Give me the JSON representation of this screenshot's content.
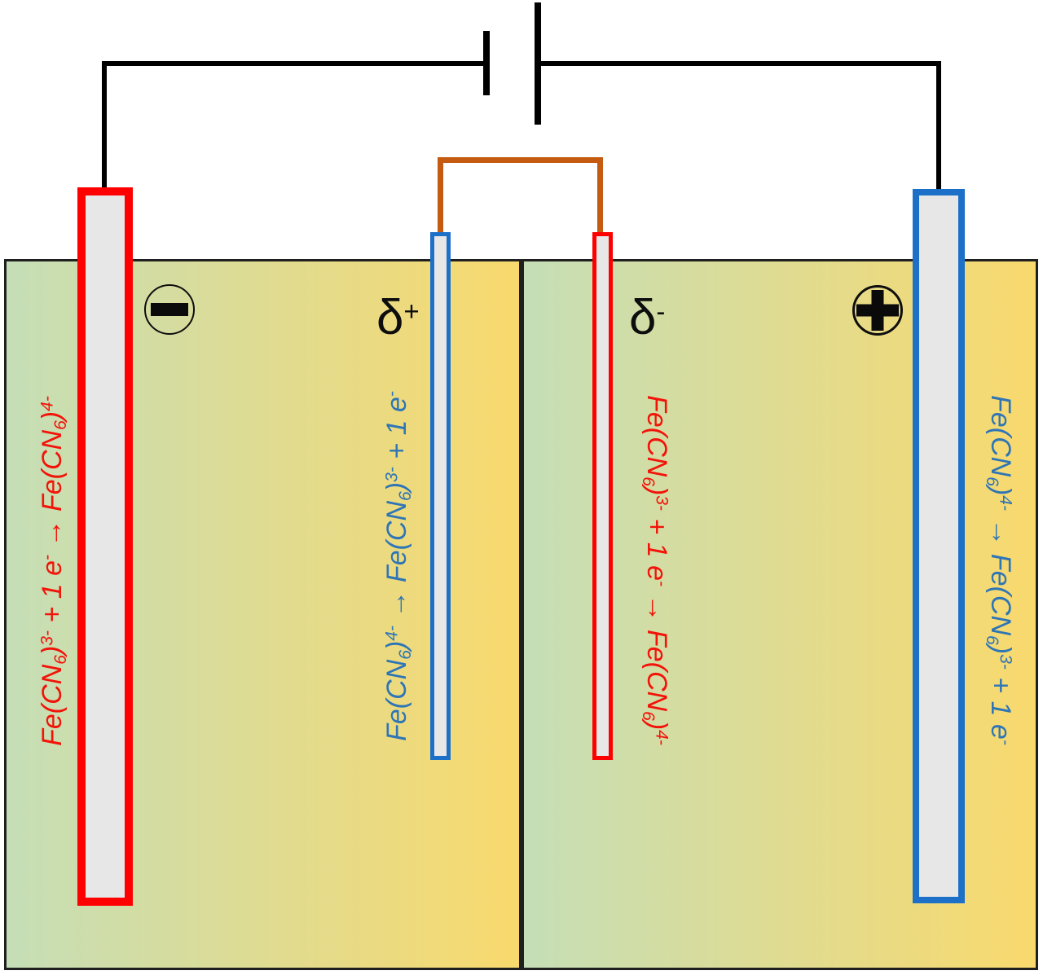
{
  "colors": {
    "red": "#fe0000",
    "red_text": "#f21309",
    "blue": "#1d70c8",
    "blue_text": "#2e75b6",
    "orange": "#c55a11",
    "wire_black": "#000000",
    "tank_border": "#1f1f1f",
    "tank_green": "#c5deb7",
    "tank_yellow": "#f9d96d",
    "electrode_fill": "#e7e7e7"
  },
  "terminals": {
    "negative_symbol": "−",
    "positive_symbol": "+"
  },
  "icons": {
    "battery": "battery-two-plate-symbol",
    "negative_terminal": "circled-minus",
    "positive_terminal": "circled-plus"
  },
  "labels": {
    "delta_plus": [
      {
        "t": "δ"
      },
      {
        "t": "+",
        "pos": "sup"
      }
    ],
    "delta_minus": [
      {
        "t": "δ"
      },
      {
        "t": "-",
        "pos": "sup"
      }
    ]
  },
  "formulas": {
    "outer_left": [
      {
        "t": "Fe(CN"
      },
      {
        "t": "6",
        "pos": "sub"
      },
      {
        "t": ")"
      },
      {
        "t": "3-",
        "pos": "sup"
      },
      {
        "t": " + 1 e"
      },
      {
        "t": "-",
        "pos": "sup"
      },
      {
        "t": " → Fe(CN"
      },
      {
        "t": "6",
        "pos": "sub"
      },
      {
        "t": ")"
      },
      {
        "t": "4-",
        "pos": "sup"
      }
    ],
    "inner_left": [
      {
        "t": "Fe(CN"
      },
      {
        "t": "6",
        "pos": "sub"
      },
      {
        "t": ")"
      },
      {
        "t": "4-",
        "pos": "sup"
      },
      {
        "t": " → Fe(CN"
      },
      {
        "t": "6",
        "pos": "sub"
      },
      {
        "t": ")"
      },
      {
        "t": "3-",
        "pos": "sup"
      },
      {
        "t": " + 1 e"
      },
      {
        "t": "-",
        "pos": "sup"
      }
    ],
    "inner_right": [
      {
        "t": "Fe(CN"
      },
      {
        "t": "6",
        "pos": "sub"
      },
      {
        "t": ")"
      },
      {
        "t": "3-",
        "pos": "sup"
      },
      {
        "t": " + 1 e"
      },
      {
        "t": "-",
        "pos": "sup"
      },
      {
        "t": " → Fe(CN"
      },
      {
        "t": "6",
        "pos": "sub"
      },
      {
        "t": ")"
      },
      {
        "t": "4-",
        "pos": "sup"
      }
    ],
    "outer_right": [
      {
        "t": "Fe(CN"
      },
      {
        "t": "6",
        "pos": "sub"
      },
      {
        "t": ")"
      },
      {
        "t": "4-",
        "pos": "sup"
      },
      {
        "t": " → Fe(CN"
      },
      {
        "t": "6",
        "pos": "sub"
      },
      {
        "t": ")"
      },
      {
        "t": "3-",
        "pos": "sup"
      },
      {
        "t": " + 1 e"
      },
      {
        "t": "-",
        "pos": "sup"
      }
    ]
  }
}
